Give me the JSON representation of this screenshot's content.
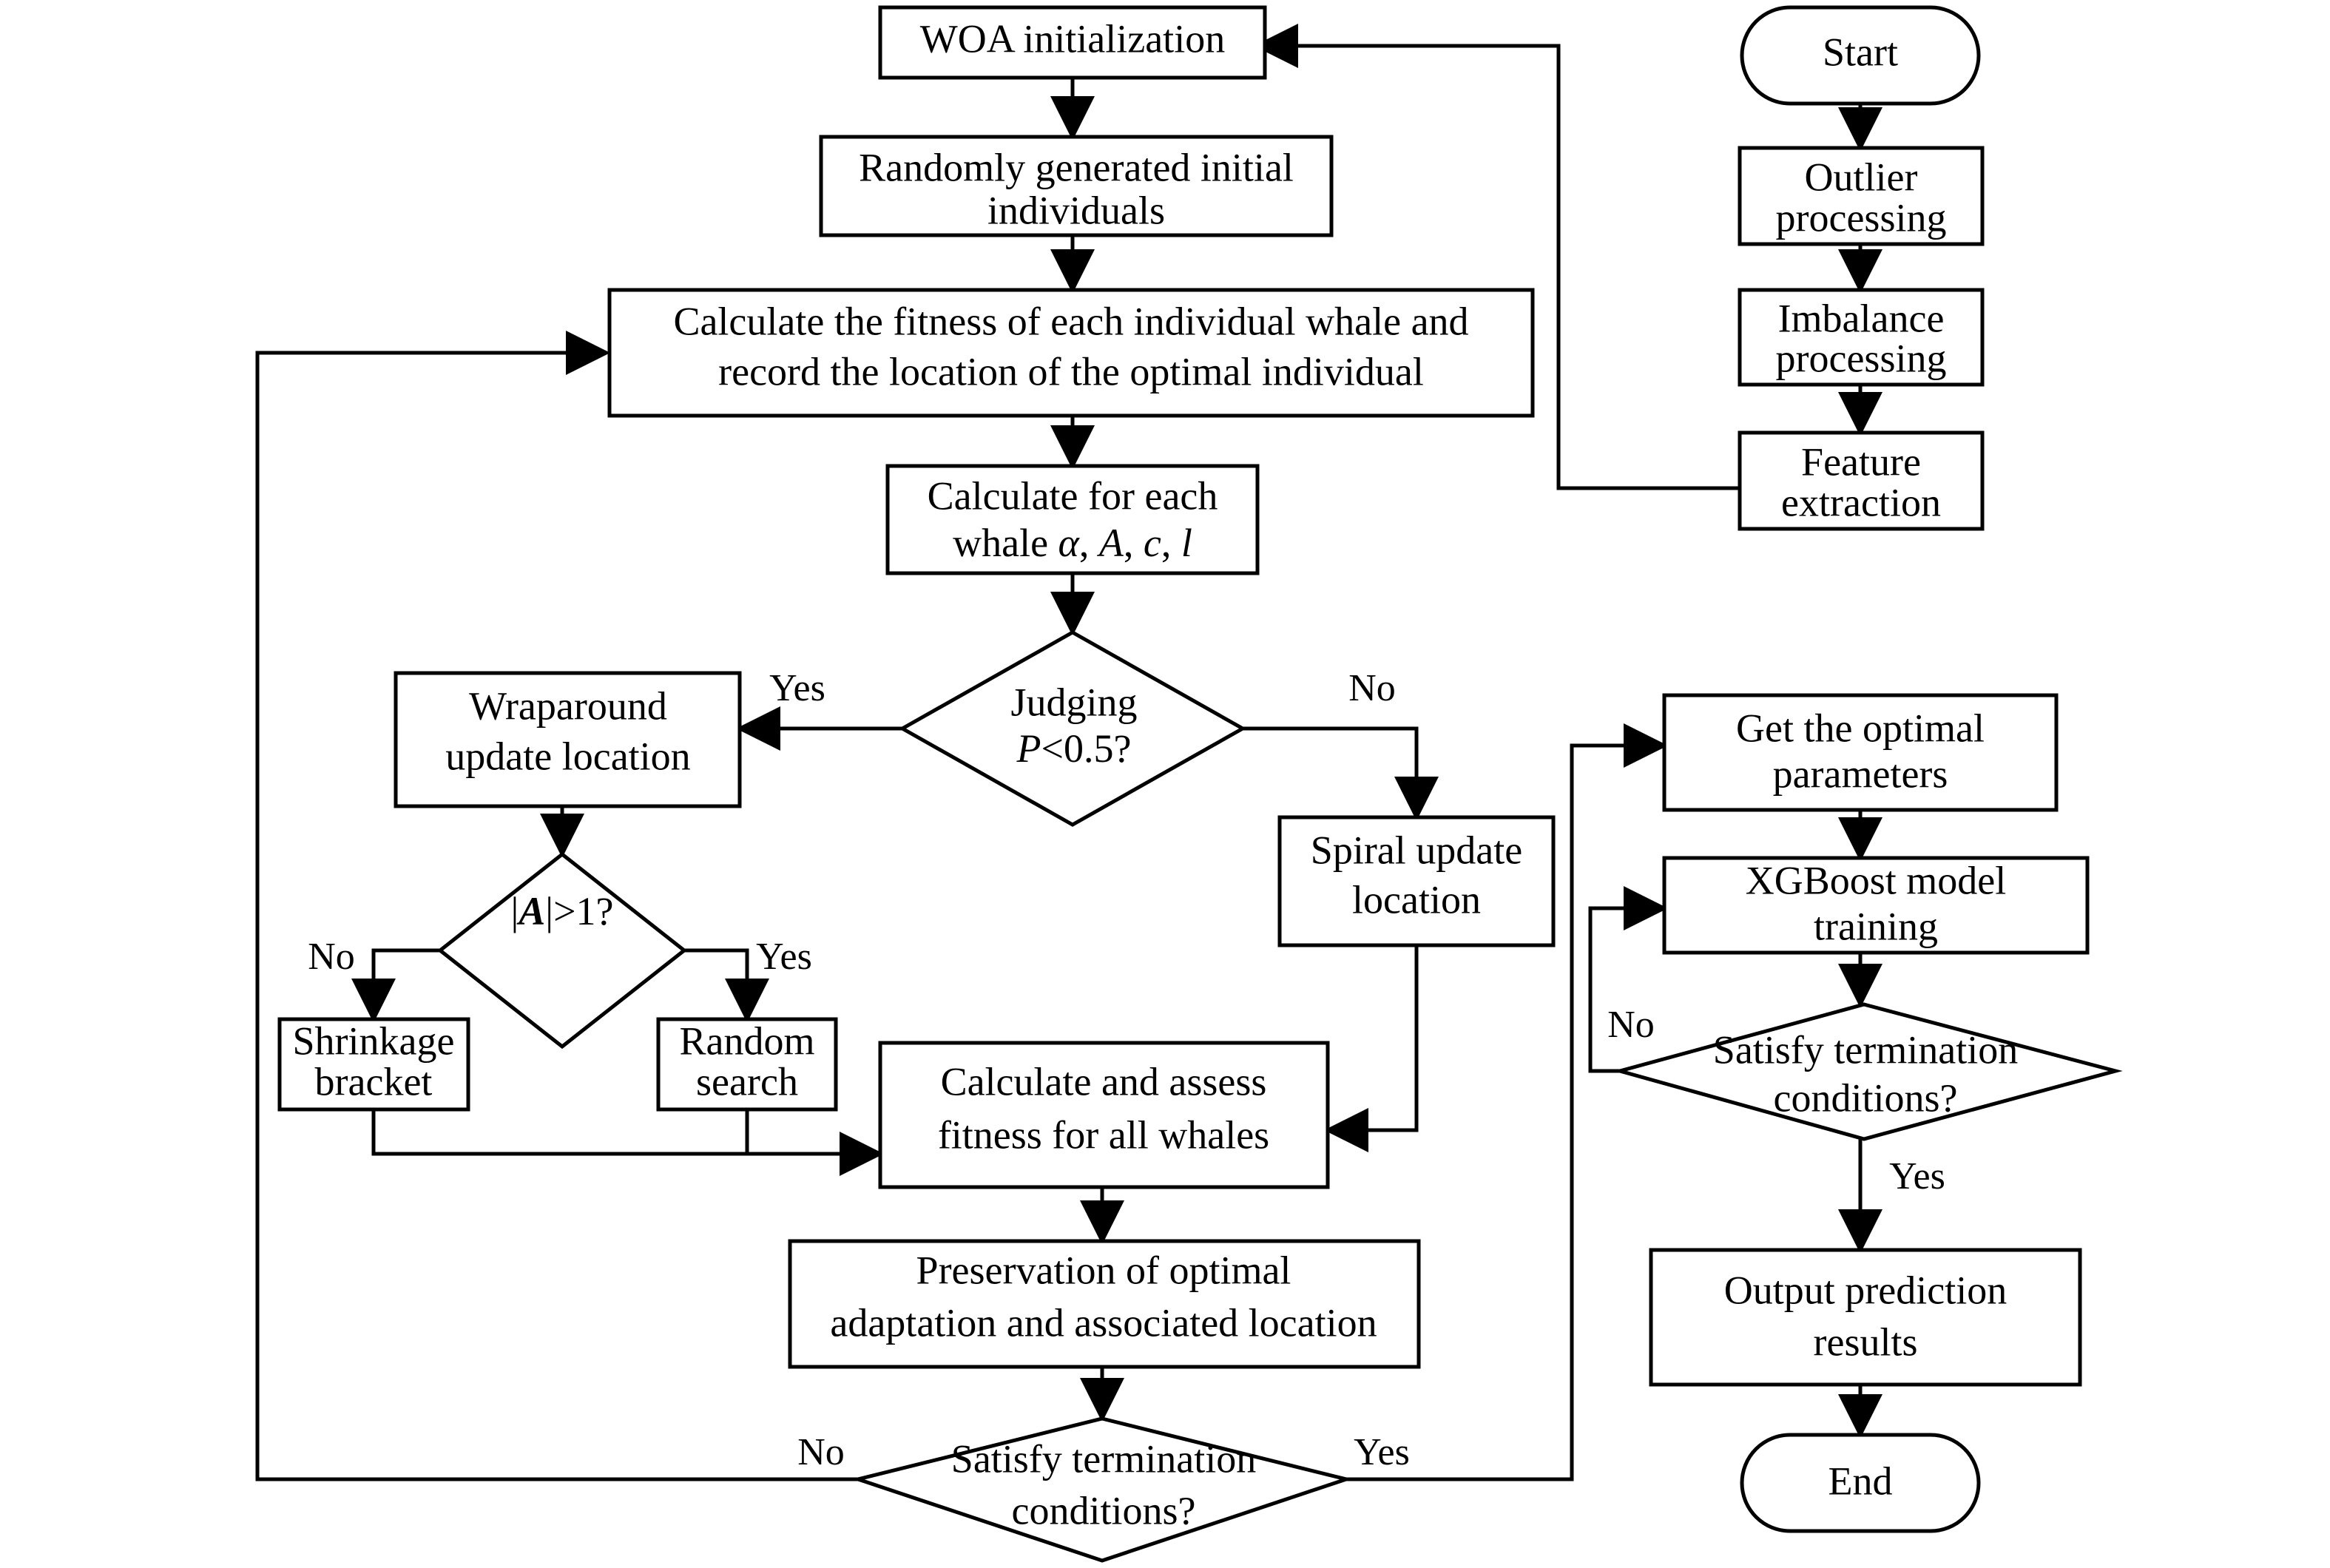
{
  "diagram": {
    "title": "WOA-XGBoost optimization flowchart",
    "colors": {
      "stroke": "#000000",
      "fill": "#ffffff",
      "text": "#000000"
    },
    "nodes": {
      "woa_init": {
        "label": "WOA initialization",
        "shape": "process"
      },
      "random_init": {
        "line1": "Randomly generated initial",
        "line2": "individuals",
        "shape": "process"
      },
      "calc_fitness": {
        "line1": "Calculate the fitness of each individual whale and",
        "line2": "record the location of the optimal individual",
        "shape": "process"
      },
      "calc_params": {
        "line1": "Calculate for each",
        "line2_pre": "whale ",
        "line2_a": "α",
        "line2_sep1": ", ",
        "line2_A": "A",
        "line2_sep2": ", ",
        "line2_c": "c",
        "line2_sep3": ", ",
        "line2_l": "l",
        "shape": "process"
      },
      "judging_p": {
        "line1": "Judging",
        "line2_var": "P",
        "line2_rest": "<0.5?",
        "shape": "decision"
      },
      "wraparound": {
        "line1": "Wraparound",
        "line2": "update location",
        "shape": "process"
      },
      "abs_a": {
        "bar1": "|",
        "var": "A",
        "rest": "|>1?",
        "shape": "decision"
      },
      "shrinkage": {
        "line1": "Shrinkage",
        "line2": "bracket",
        "shape": "process"
      },
      "random_search": {
        "line1": "Random",
        "line2": "search",
        "shape": "process"
      },
      "spiral_update": {
        "line1": "Spiral update",
        "line2": "location",
        "shape": "process"
      },
      "calc_assess": {
        "line1": "Calculate and assess",
        "line2": "fitness for all whales",
        "shape": "process"
      },
      "preservation": {
        "line1": "Preservation of optimal",
        "line2": "adaptation and associated location",
        "shape": "process"
      },
      "satisfy_left": {
        "line1": "Satisfy termination",
        "line2": "conditions?",
        "shape": "decision"
      },
      "start": {
        "label": "Start",
        "shape": "terminator"
      },
      "outlier": {
        "line1": "Outlier",
        "line2": "processing",
        "shape": "process"
      },
      "imbalance": {
        "line1": "Imbalance",
        "line2": "processing",
        "shape": "process"
      },
      "feature": {
        "line1": "Feature",
        "line2": "extraction",
        "shape": "process"
      },
      "get_optimal": {
        "line1": "Get the optimal",
        "line2": "parameters",
        "shape": "process"
      },
      "xgboost": {
        "line1": "XGBoost model",
        "line2": "training",
        "shape": "process"
      },
      "satisfy_right": {
        "line1": "Satisfy termination",
        "line2": "conditions?",
        "shape": "decision"
      },
      "output_pred": {
        "line1": "Output prediction",
        "line2": "results",
        "shape": "process"
      },
      "end": {
        "label": "End",
        "shape": "terminator"
      }
    },
    "edge_labels": {
      "judging_yes": "Yes",
      "judging_no": "No",
      "abs_a_no": "No",
      "abs_a_yes": "Yes",
      "satisfy_left_no": "No",
      "satisfy_left_yes": "Yes",
      "satisfy_right_no": "No",
      "satisfy_right_yes": "Yes"
    }
  }
}
